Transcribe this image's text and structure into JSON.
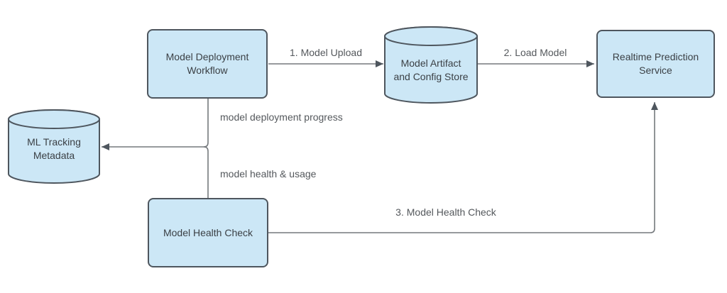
{
  "colors": {
    "background": "#ffffff",
    "node_fill": "#cce7f6",
    "node_border": "#4e565e",
    "connector_line": "#75797d",
    "arrowhead": "#4e565e",
    "node_text": "#3b4045",
    "connector_label_text": "#54585c"
  },
  "nodes": {
    "model_deployment_workflow": {
      "shape": "rounded-rectangle",
      "lines": [
        "Model Deployment",
        "Workflow"
      ]
    },
    "model_artifact_store": {
      "shape": "database-cylinder",
      "lines": [
        "Model Artifact",
        "and Config Store"
      ]
    },
    "realtime_prediction_service": {
      "shape": "rounded-rectangle",
      "lines": [
        "Realtime Prediction",
        "Service"
      ]
    },
    "ml_tracking_metadata": {
      "shape": "database-cylinder",
      "lines": [
        "ML Tracking",
        "Metadata"
      ]
    },
    "model_health_check": {
      "shape": "rounded-rectangle",
      "lines": [
        "Model Health Check"
      ]
    }
  },
  "connectors": {
    "model_upload": {
      "label": "1. Model Upload",
      "from": "model_deployment_workflow",
      "to": "model_artifact_store"
    },
    "load_model": {
      "label": "2. Load Model",
      "from": "model_artifact_store",
      "to": "realtime_prediction_service"
    },
    "deployment_progress": {
      "label": "model deployment progress",
      "from": "model_deployment_workflow",
      "to": "ml_tracking_metadata"
    },
    "health_usage": {
      "label": "model health & usage",
      "from": "model_health_check",
      "to": "ml_tracking_metadata"
    },
    "health_check": {
      "label": "3. Model Health Check",
      "from": "model_health_check",
      "to": "realtime_prediction_service"
    }
  }
}
